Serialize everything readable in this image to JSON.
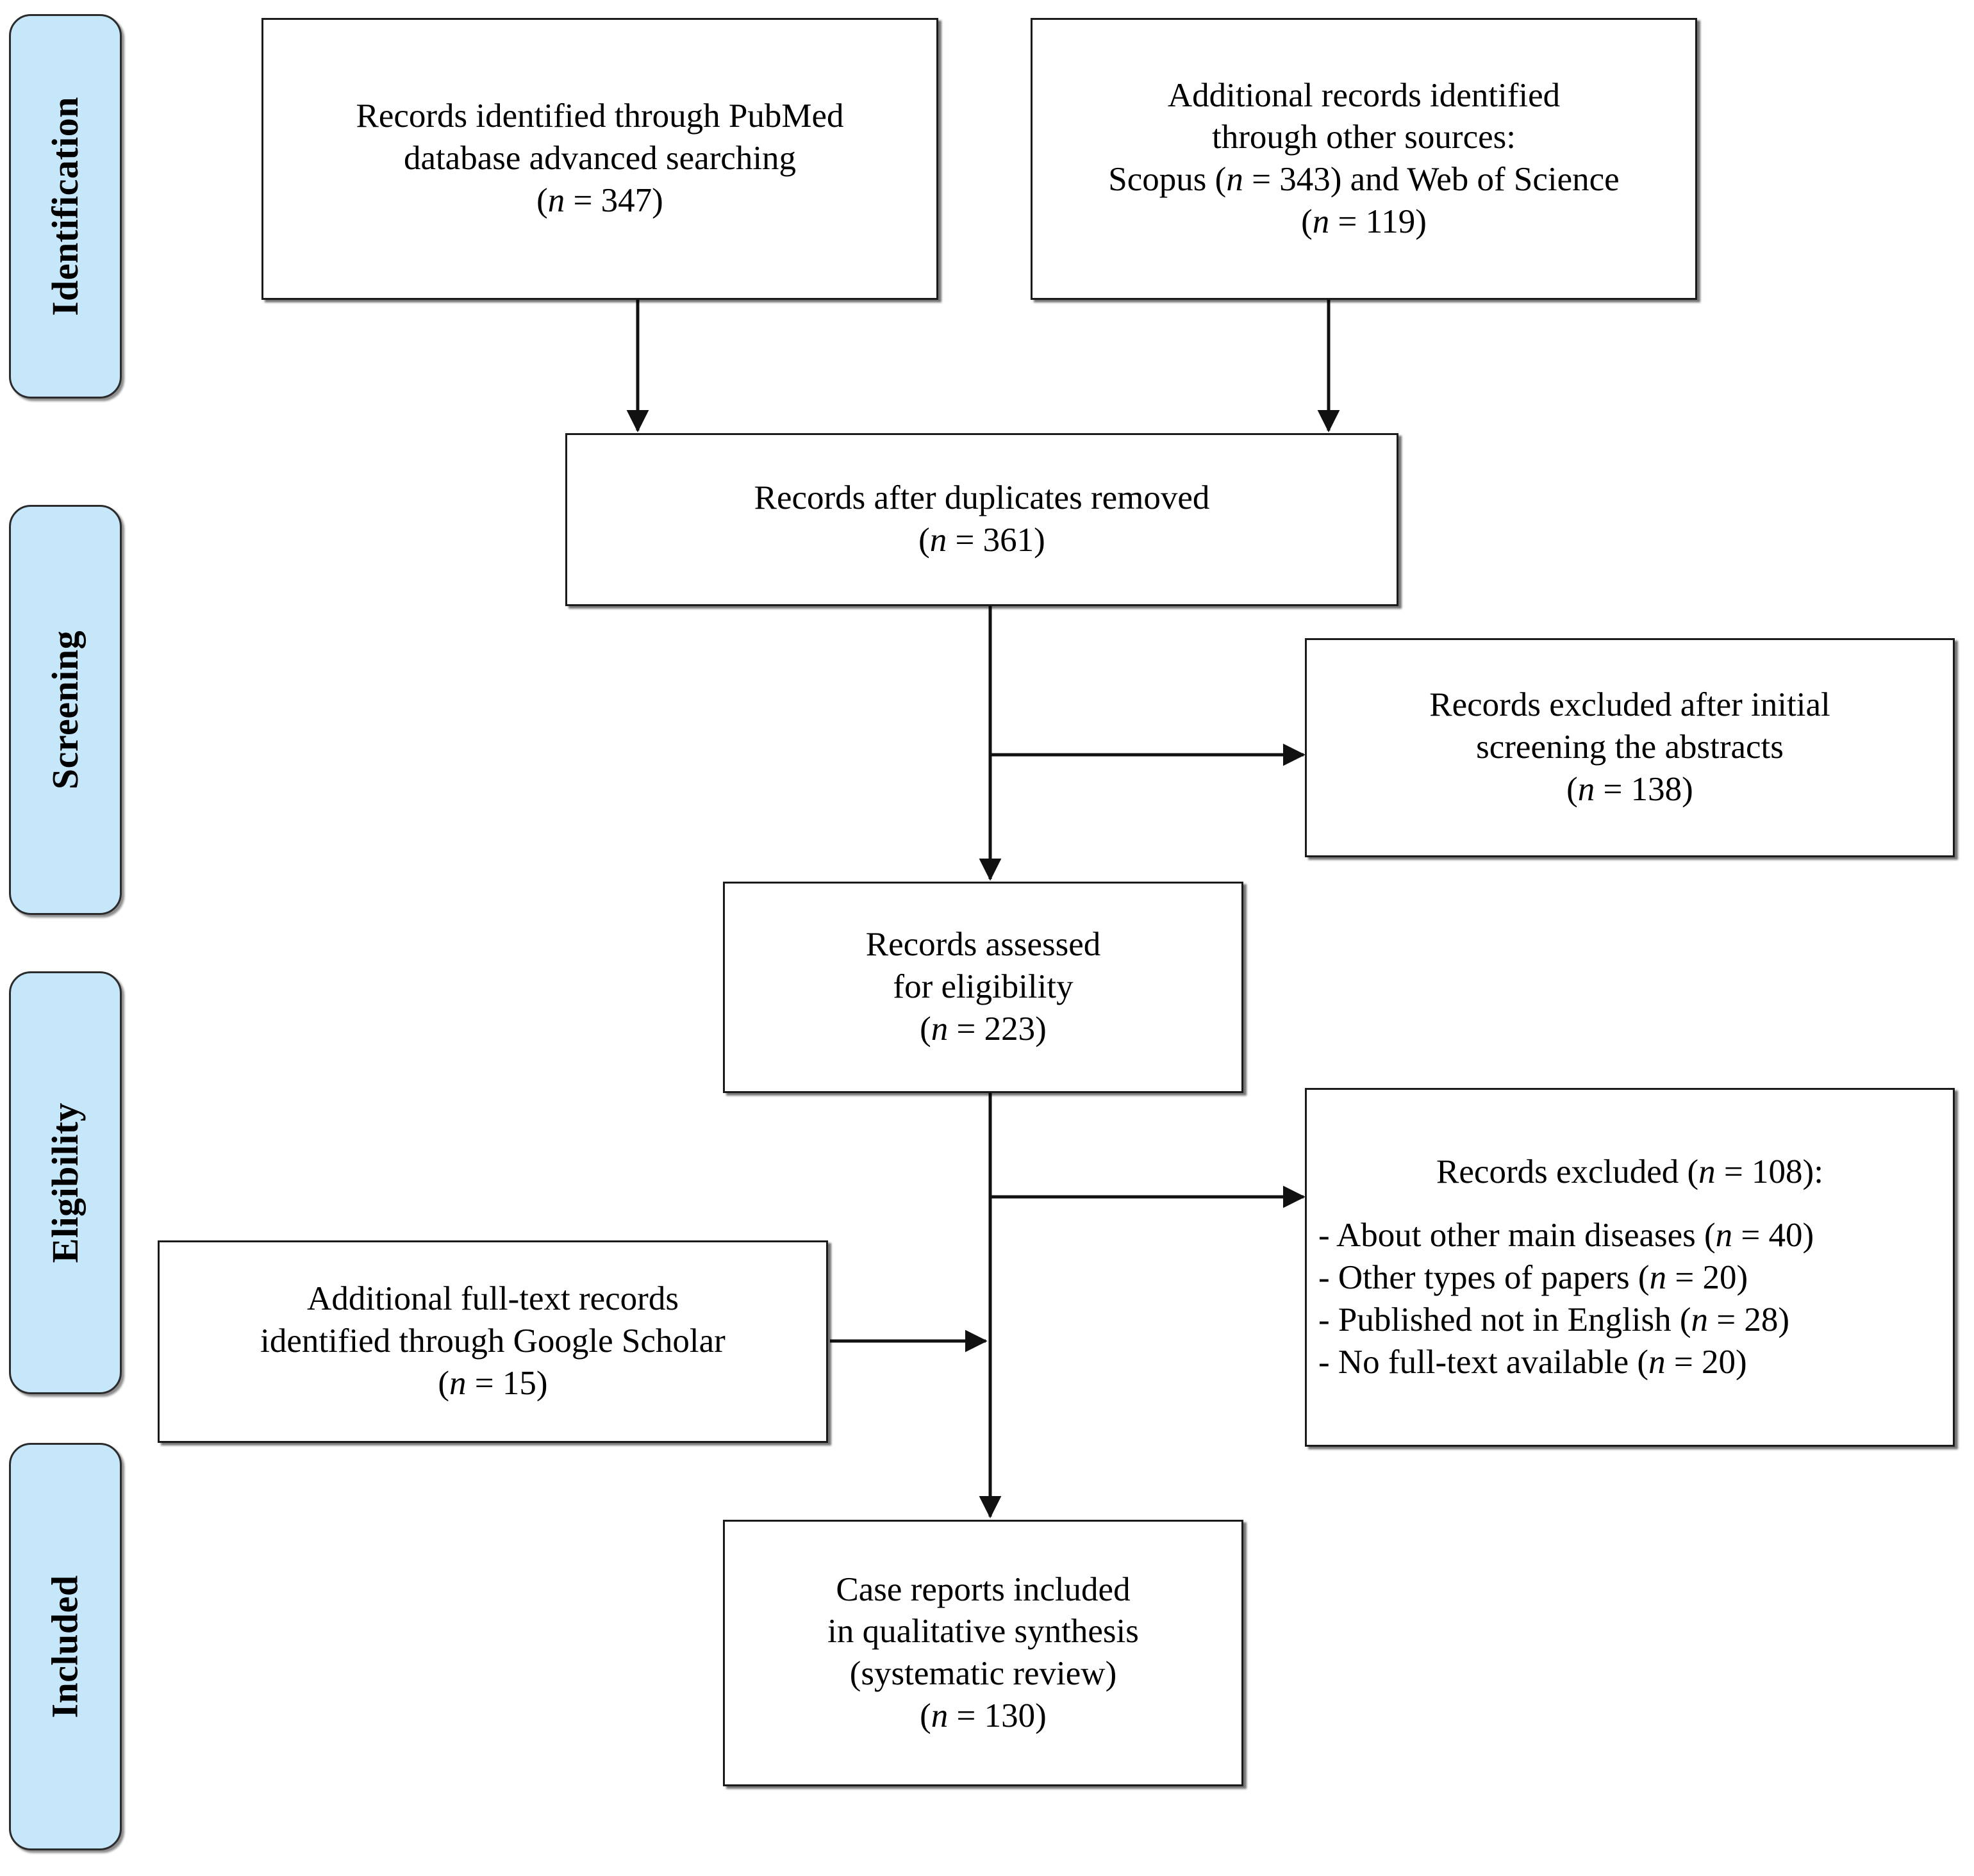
{
  "diagram": {
    "type": "prisma-flow-diagram",
    "title": "PRISMA study selection flow",
    "accent_color": "#c6e6fa",
    "border_color": "#1a1a1a"
  },
  "stages": [
    {
      "id": "identification",
      "label": "Identification"
    },
    {
      "id": "screening",
      "label": "Screening"
    },
    {
      "id": "eligibility",
      "label": "Eligibility"
    },
    {
      "id": "included",
      "label": "Included"
    }
  ],
  "boxes": {
    "pubmed": {
      "id": "records-identified-pubmed",
      "lines": [
        "Records identified through PubMed",
        "database advanced searching",
        "(n = 347)"
      ],
      "n": 347
    },
    "other_sources": {
      "id": "additional-records-other-sources",
      "lines": [
        "Additional records identified",
        "through other sources:",
        "Scopus (n = 343) and Web of Science",
        "(n = 119)"
      ],
      "n_scopus": 343,
      "n_wos": 119
    },
    "duplicates_removed": {
      "id": "records-after-duplicates-removed",
      "lines": [
        "Records after duplicates removed",
        "(n = 361)"
      ],
      "n": 361
    },
    "excluded_screening": {
      "id": "records-excluded-initial-screening",
      "lines": [
        "Records excluded after initial",
        "screening the abstracts",
        "(n = 138)"
      ],
      "n": 138
    },
    "assessed": {
      "id": "records-assessed-for-eligibility",
      "lines": [
        "Records assessed",
        "for eligibility",
        "(n = 223)"
      ],
      "n": 223
    },
    "excluded_eligibility": {
      "id": "records-excluded-eligibility",
      "heading": "Records excluded (n =  108):",
      "n": 108,
      "reasons": [
        "- About other main diseases (n = 40)",
        "- Other types of papers (n = 20)",
        "- Published not in English (n = 28)",
        "- No full-text available (n = 20)"
      ]
    },
    "google_scholar": {
      "id": "additional-fulltext-google-scholar",
      "lines": [
        "Additional full-text records",
        "identified through Google Scholar",
        "(n = 15)"
      ],
      "n": 15
    },
    "included": {
      "id": "case-reports-included",
      "lines": [
        "Case reports included",
        "in qualitative synthesis",
        "(systematic review)",
        "(n =  130)"
      ],
      "n": 130
    }
  }
}
